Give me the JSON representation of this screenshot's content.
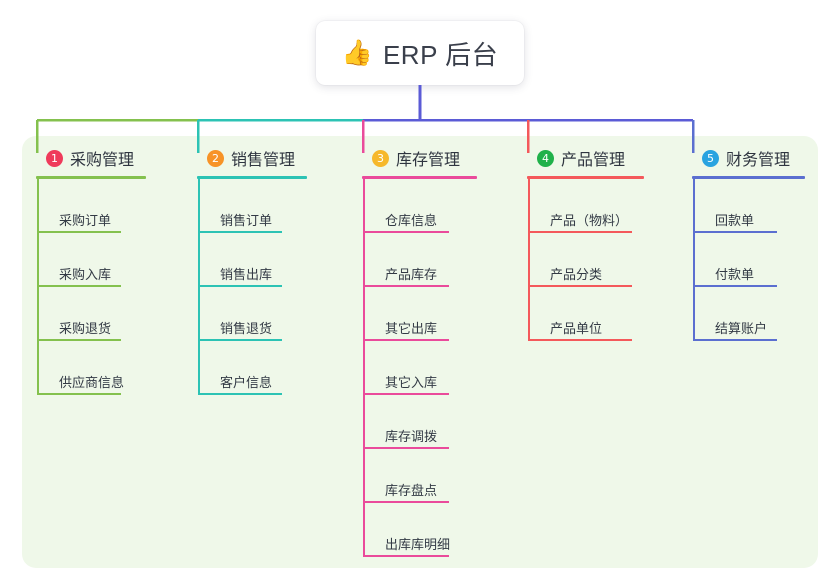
{
  "diagram": {
    "title": "ERP 后台",
    "root": {
      "emoji": "👍",
      "emoji_name": "thumbs-up-emoji",
      "label": "ERP 后台"
    },
    "panel_background": "#eff8e9",
    "root_connector_color": "#5b5bd6",
    "columns": [
      {
        "number": "1",
        "title": "采购管理",
        "color": "#84c14e",
        "badge_color": "#ef3b5b",
        "underline_width": 110,
        "item_underline_width": 84,
        "items": [
          {
            "label": "采购订单"
          },
          {
            "label": "采购入库"
          },
          {
            "label": "采购退货"
          },
          {
            "label": "供应商信息"
          }
        ]
      },
      {
        "number": "2",
        "title": "销售管理",
        "color": "#2cc3b4",
        "badge_color": "#f79327",
        "underline_width": 110,
        "item_underline_width": 84,
        "items": [
          {
            "label": "销售订单"
          },
          {
            "label": "销售出库"
          },
          {
            "label": "销售退货"
          },
          {
            "label": "客户信息"
          }
        ]
      },
      {
        "number": "3",
        "title": "库存管理",
        "color": "#ea4b9b",
        "badge_color": "#f6b82b",
        "underline_width": 115,
        "item_underline_width": 86,
        "items": [
          {
            "label": "仓库信息"
          },
          {
            "label": "产品库存"
          },
          {
            "label": "其它出库"
          },
          {
            "label": "其它入库"
          },
          {
            "label": "库存调拨"
          },
          {
            "label": "库存盘点"
          },
          {
            "label": "出库库明细"
          }
        ]
      },
      {
        "number": "4",
        "title": "产品管理",
        "color": "#f4595b",
        "badge_color": "#20b14a",
        "underline_width": 117,
        "item_underline_width": 104,
        "items": [
          {
            "label": "产品（物料）"
          },
          {
            "label": "产品分类"
          },
          {
            "label": "产品单位"
          }
        ]
      },
      {
        "number": "5",
        "title": "财务管理",
        "color": "#5b6fd0",
        "badge_color": "#29a3e0",
        "underline_width": 113,
        "item_underline_width": 84,
        "items": [
          {
            "label": "回款单"
          },
          {
            "label": "付款单"
          },
          {
            "label": "结算账户"
          }
        ]
      }
    ]
  }
}
